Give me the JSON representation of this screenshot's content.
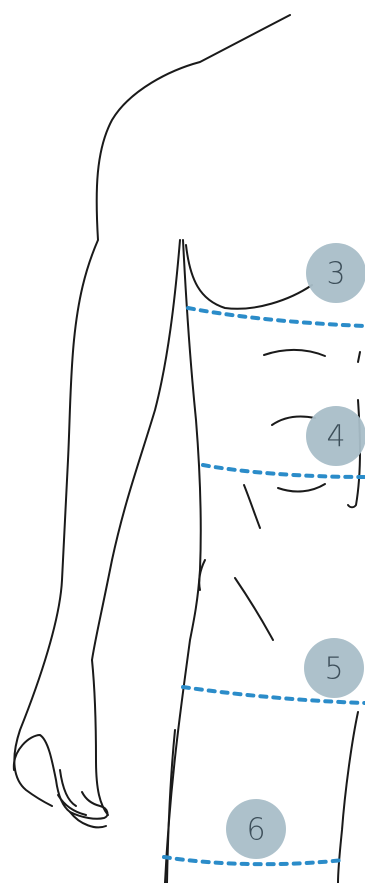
{
  "colors": {
    "outline": "#1a1a1a",
    "measure_line": "#2b8cc9",
    "badge_fill": "#a9bec8",
    "badge_text": "#3d4f5a"
  },
  "markers": [
    {
      "number": "3"
    },
    {
      "number": "4"
    },
    {
      "number": "5"
    },
    {
      "number": "6"
    }
  ]
}
